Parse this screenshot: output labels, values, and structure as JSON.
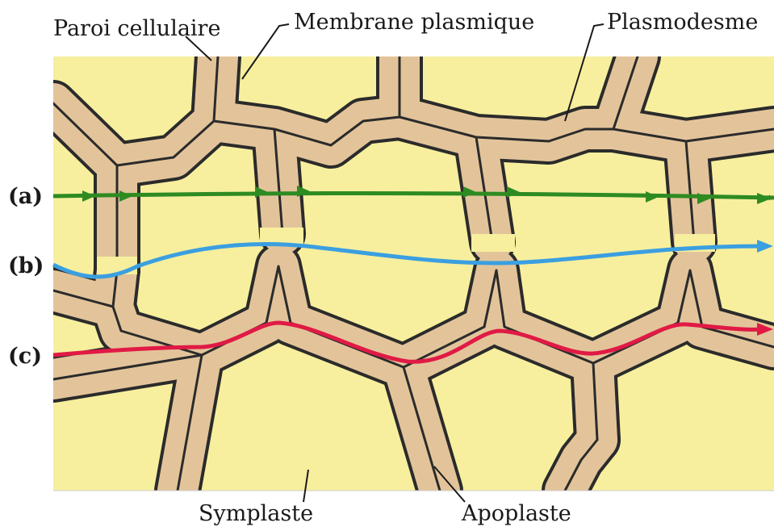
{
  "labels": {
    "cell_wall": "Paroi cellulaire",
    "plasma_membrane": "Membrane plasmique",
    "plasmodesma": "Plasmodesme",
    "symplast": "Symplaste",
    "apoplast": "Apoplaste"
  },
  "pathways": [
    {
      "id": "a",
      "label": "(a)",
      "color": "#2e8b22"
    },
    {
      "id": "b",
      "label": "(b)",
      "color": "#3b9fe0"
    },
    {
      "id": "c",
      "label": "(c)",
      "color": "#e01a45"
    }
  ],
  "colors": {
    "cytoplasm": "#f7ef9e",
    "wall_fill": "#e3c49a",
    "wall_outline": "#2b2b2b",
    "intercellular_space": "#ffffff"
  }
}
